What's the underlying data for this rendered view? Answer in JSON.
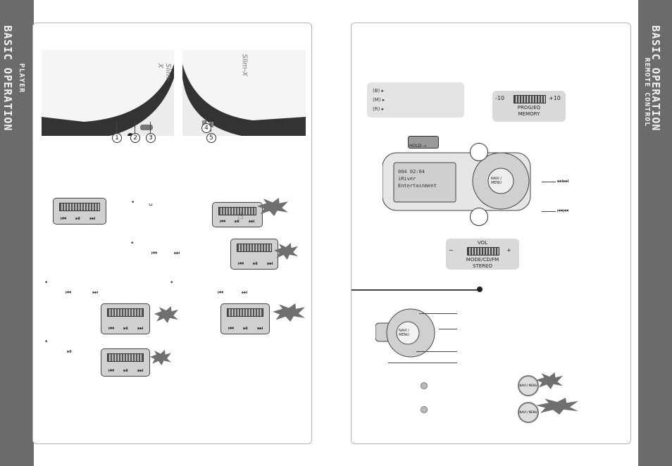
{
  "sidebar_left": {
    "title": "BASIC OPERATION",
    "subtitle": "PLAYER"
  },
  "sidebar_right": {
    "title": "BASIC OPERATION",
    "subtitle": "REMOTE CONTROL"
  },
  "left_panel": {
    "callouts": [
      "1",
      "2",
      "3",
      "4",
      "5"
    ],
    "device_logo": "Slim-X",
    "button_glyphs": {
      "prev": "⏮",
      "play": "⏯",
      "next": "⏭"
    }
  },
  "right_panel": {
    "hold_label": "HOLD →",
    "mode_keys": [
      "B",
      "M",
      "R"
    ],
    "prog_scale": {
      "left": "-10",
      "right": "+10",
      "caption": "PROG/EQ\nMEMORY"
    },
    "vol_scale": {
      "title": "VOL",
      "minus": "−",
      "plus": "+",
      "caption": "MODE/CD/FM\nSTEREO"
    },
    "lcd": {
      "line1": "004  02:04",
      "line2": "iRiver",
      "line3": "Entertainment"
    },
    "navi_label": "NAVI /\nMENU",
    "right_glyphs": {
      "next": "⏭⏭",
      "prev": "⏮⏮"
    }
  },
  "colors": {
    "sidebar": "#6b6b6b",
    "panel_border": "#b5b5b5",
    "burst": "#6f6f6f"
  }
}
